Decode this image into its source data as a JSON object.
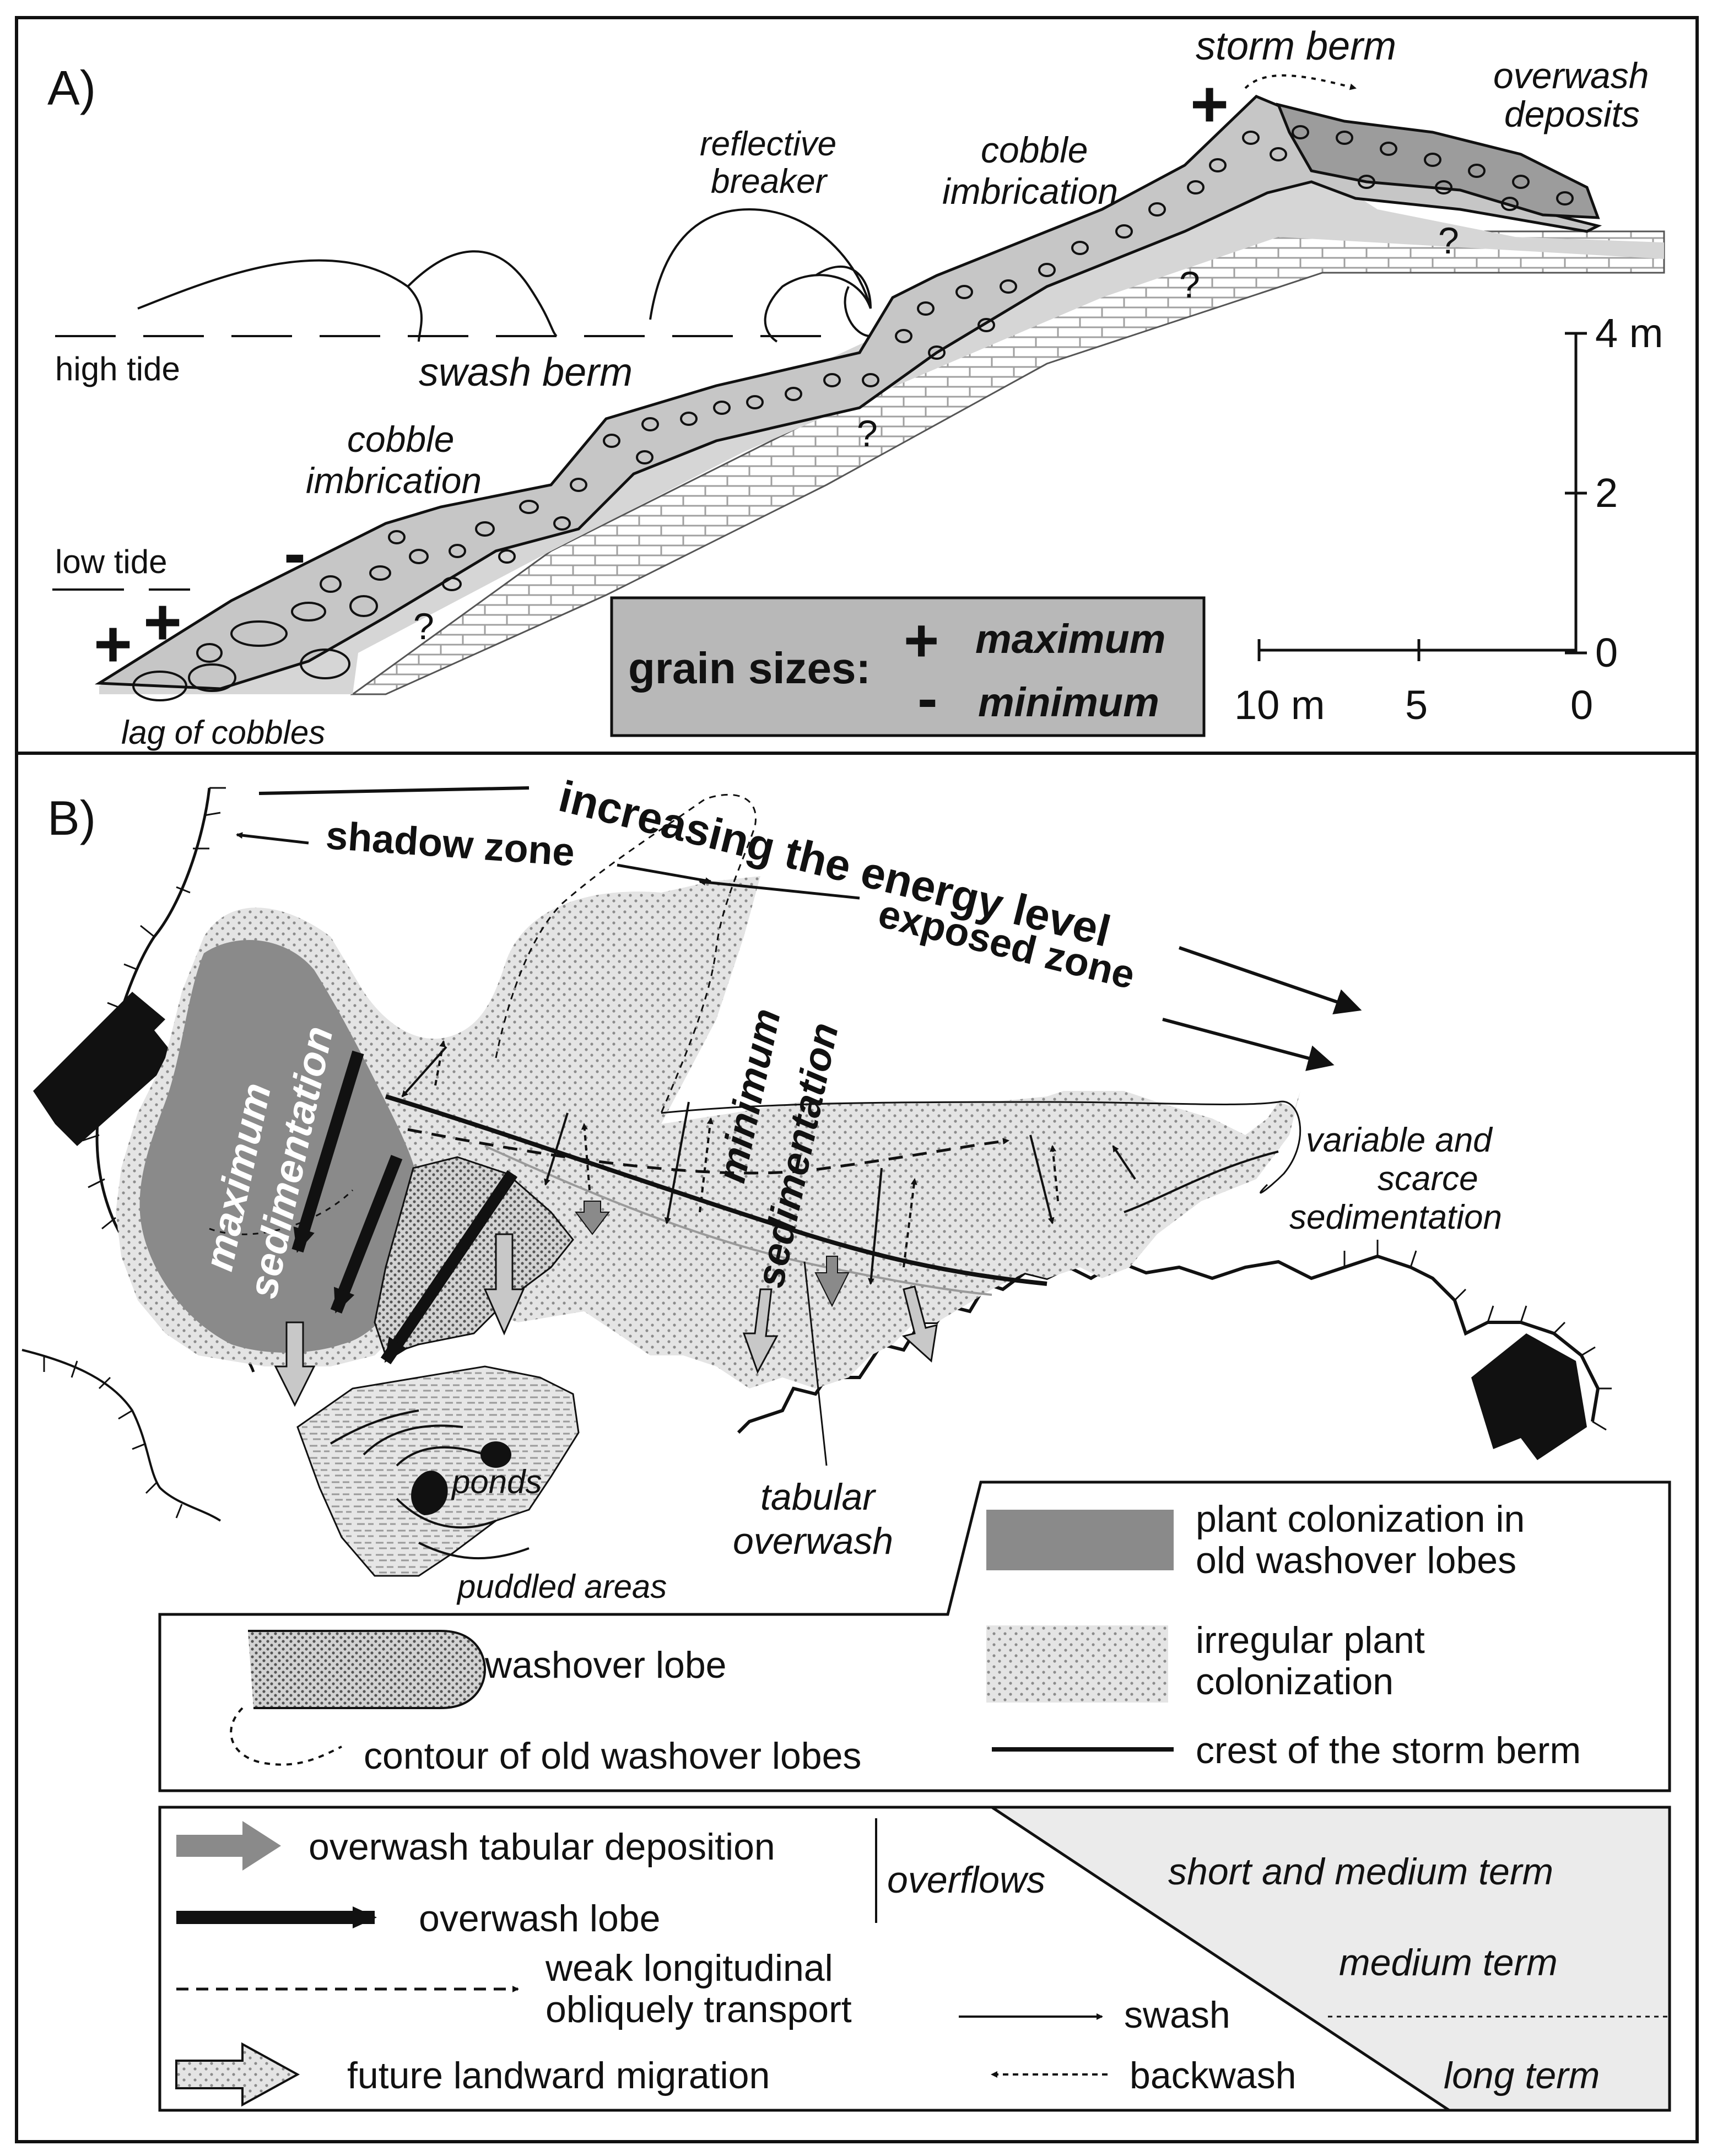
{
  "panel_a": {
    "label": "A)",
    "storm_berm": "storm berm",
    "overwash_deposits_1": "overwash",
    "overwash_deposits_2": "deposits",
    "reflective_1": "reflective",
    "reflective_2": "breaker",
    "cobble_imbrication_upper_1": "cobble",
    "cobble_imbrication_upper_2": "imbrication",
    "cobble_imbrication_lower_1": "cobble",
    "cobble_imbrication_lower_2": "imbrication",
    "high_tide": "high tide",
    "low_tide": "low tide",
    "swash_berm": "swash berm",
    "lag_of_cobbles": "lag of cobbles",
    "plus_sign": "+",
    "minus_sign": "-",
    "question_mark": "?",
    "grain_sizes_title": "grain sizes:",
    "grain_max_symbol": "+",
    "grain_max": "maximum",
    "grain_min_symbol": "-",
    "grain_min": "minimum",
    "scale_v": {
      "top": "4 m",
      "mid": "2",
      "bottom": "0"
    },
    "scale_h": {
      "left": "10 m",
      "mid": "5",
      "right": "0"
    }
  },
  "panel_b": {
    "label": "B)",
    "increasing_energy": "increasing the energy level",
    "shadow_zone": "shadow zone",
    "exposed_zone": "exposed zone",
    "maximum_1": "maximum",
    "maximum_2": "sedimentation",
    "minimum_1": "minimum",
    "minimum_2": "sedimentation",
    "variable_1": "variable and",
    "variable_2": "scarce",
    "variable_3": "sedimentation",
    "ponds": "ponds",
    "puddled_areas": "puddled areas",
    "tabular_1": "tabular",
    "tabular_2": "overwash"
  },
  "legend_1": {
    "plant_colonization_1": "plant colonization in",
    "plant_colonization_2": "old washover lobes",
    "washover_lobe": "washover lobe",
    "irregular_1": "irregular plant",
    "irregular_2": "colonization",
    "contour_old": "contour of old washover lobes",
    "crest_storm_berm": "crest of the storm berm"
  },
  "legend_2": {
    "overwash_tabular": "overwash tabular deposition",
    "overwash_lobe": "overwash lobe",
    "overflows": "overflows",
    "weak_1": "weak longitudinal",
    "weak_2": "obliquely transport",
    "swash": "swash",
    "backwash": "backwash",
    "future_migration": "future landward migration",
    "short_medium": "short and medium term",
    "medium": "medium term",
    "long": "long term"
  },
  "colors": {
    "ink": "#111111",
    "dark_gray": "#8a8a8a",
    "mid_gray": "#b4b4b4",
    "light_gray": "#dedede",
    "legend_term_fill": "#ebebeb"
  }
}
